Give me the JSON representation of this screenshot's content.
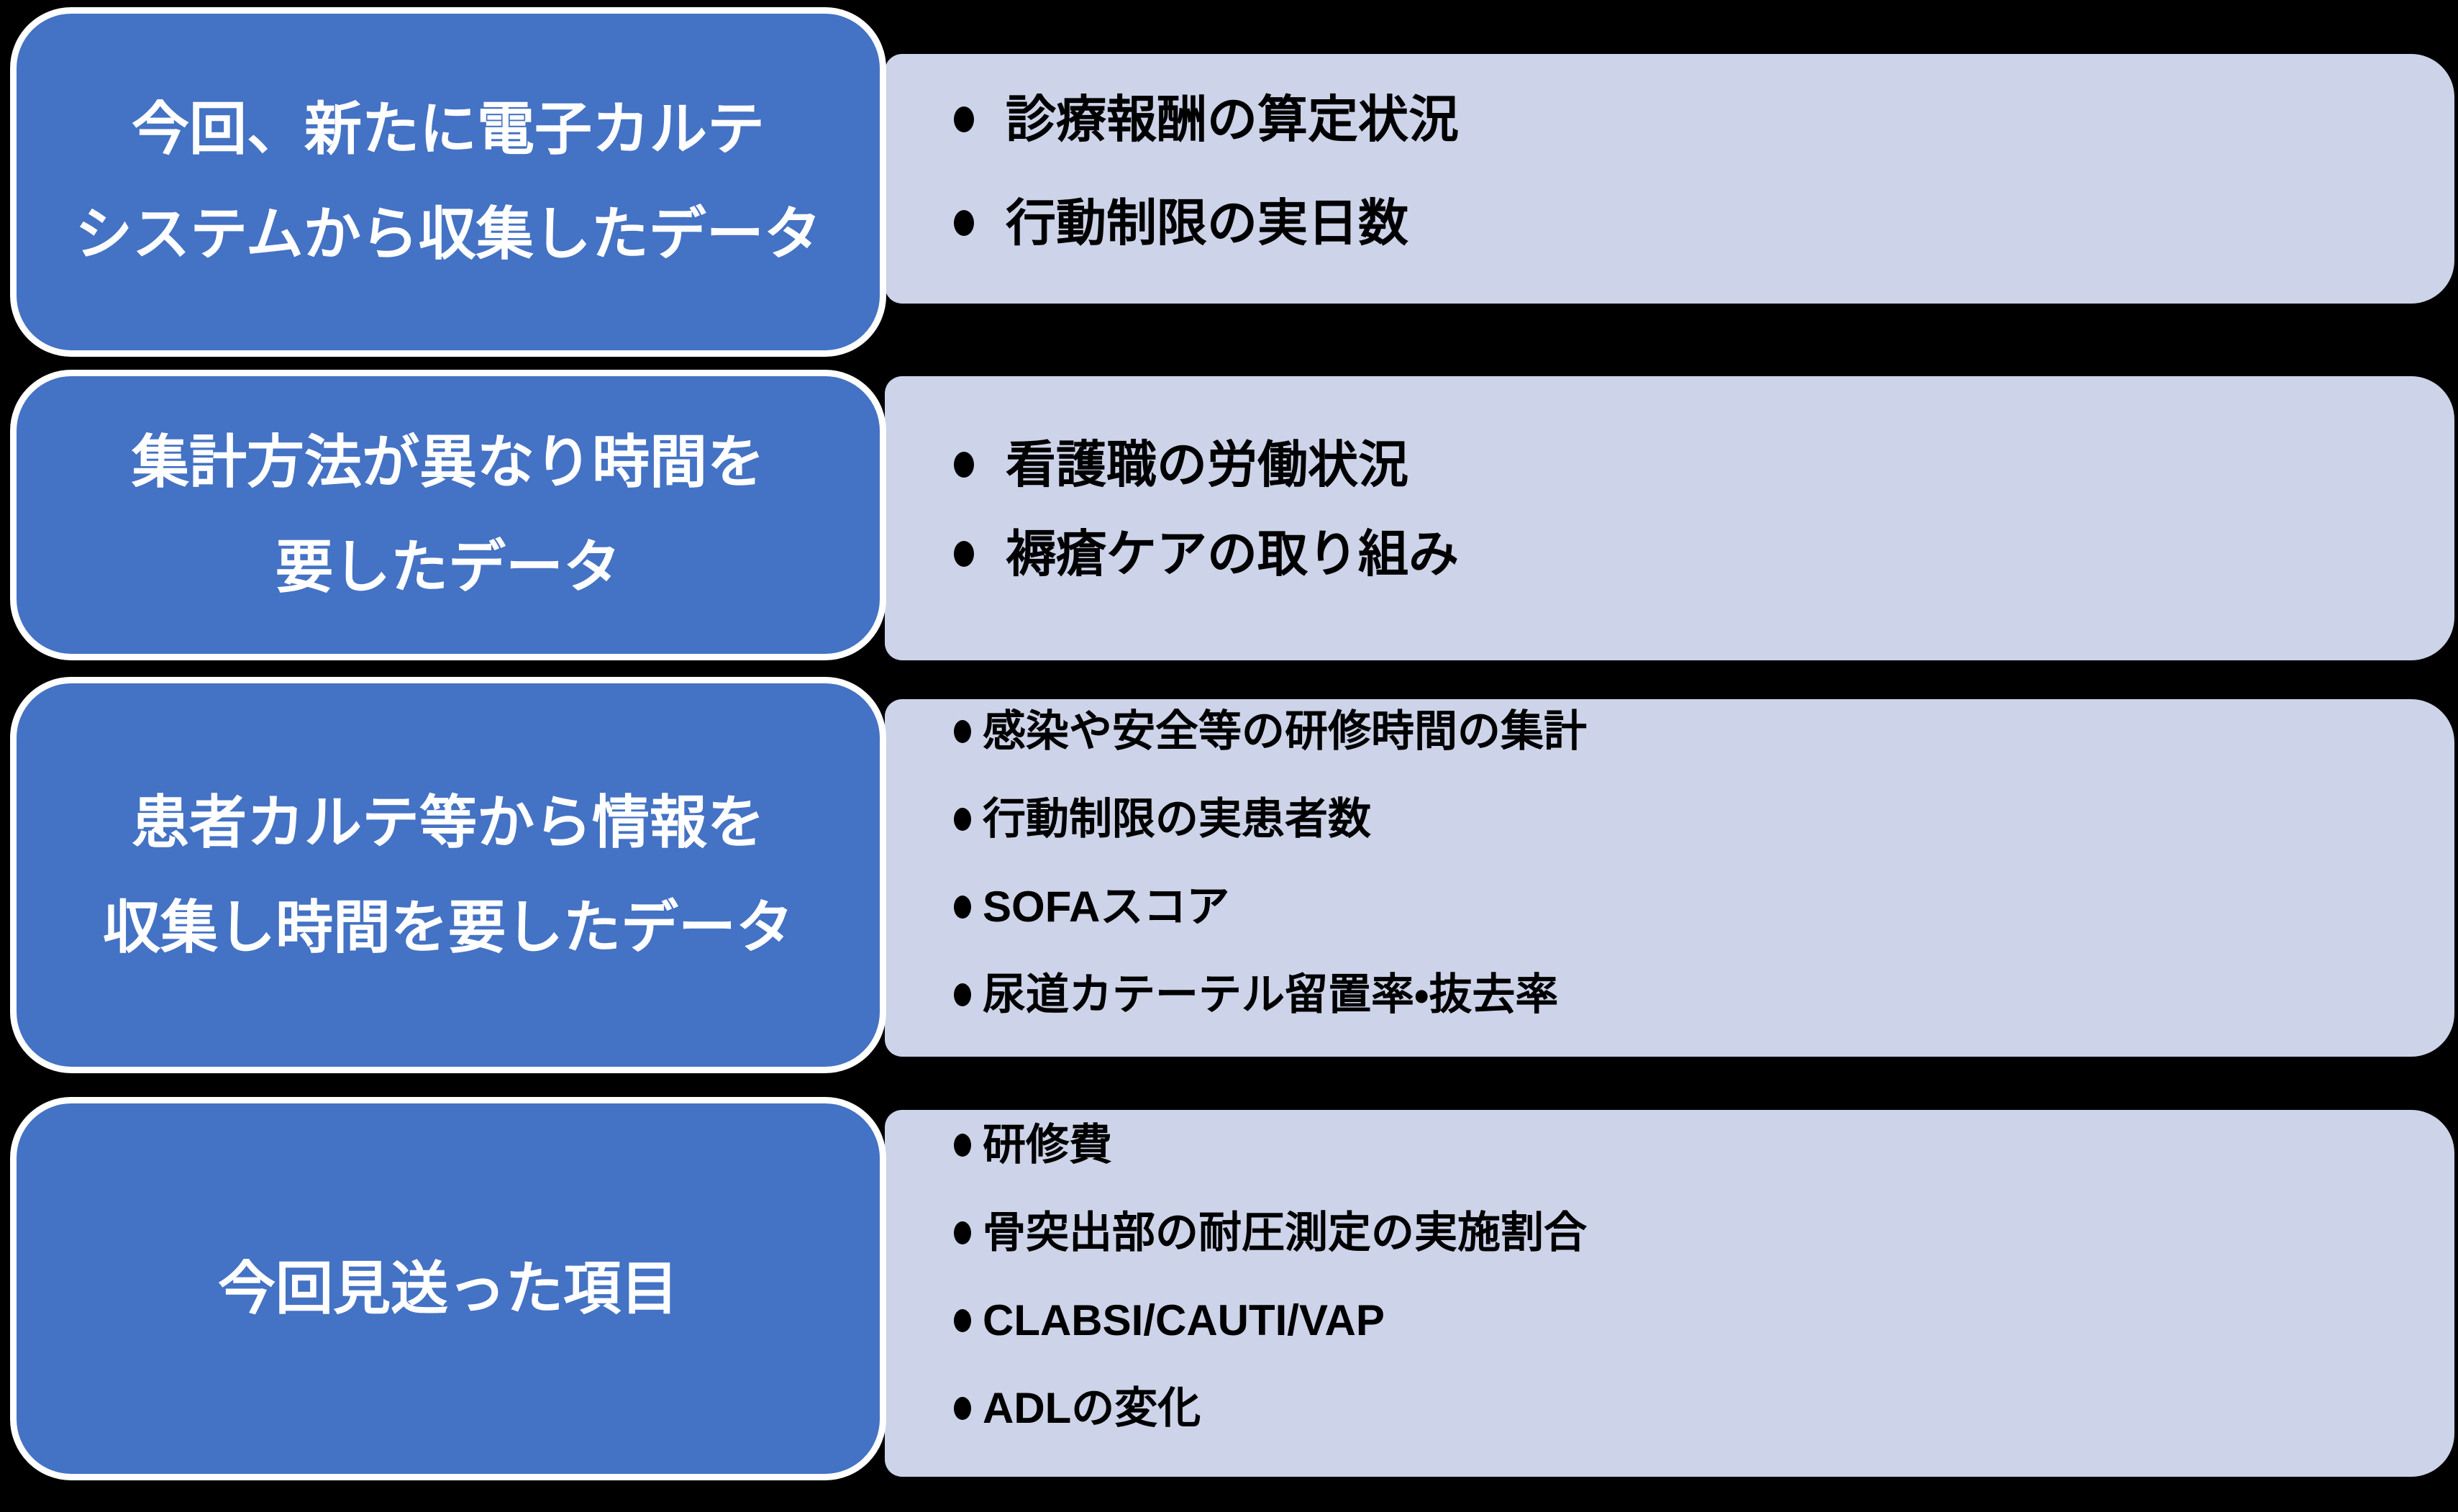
{
  "colors": {
    "background": "#000000",
    "box_fill": "#4472C4",
    "box_border": "#FFFFFF",
    "box_text": "#FFFFFF",
    "panel_fill": "#CDD3E8",
    "bullet_text": "#000000",
    "bullet_dot": "#000000"
  },
  "icons": {
    "bullet": "filled-circle"
  },
  "rows": [
    {
      "title_lines": [
        "今回、新たに電子カルテ",
        "システムから収集したデータ"
      ],
      "bullets": [
        "診療報酬の算定状況",
        "行動制限の実日数"
      ]
    },
    {
      "title_lines": [
        "集計方法が異なり時間を",
        "要したデータ"
      ],
      "bullets": [
        "看護職の労働状況",
        "褥瘡ケアの取り組み"
      ]
    },
    {
      "title_lines": [
        "患者カルテ等から情報を",
        "収集し時間を要したデータ"
      ],
      "bullets": [
        "感染や安全等の研修時間の集計",
        "行動制限の実患者数",
        "SOFAスコア",
        "尿道カテーテル留置率・抜去率"
      ]
    },
    {
      "title_lines": [
        "今回見送った項目"
      ],
      "bullets": [
        "研修費",
        "骨突出部の耐圧測定の実施割合",
        "CLABSI/CAUTI/VAP",
        "ADLの変化"
      ]
    }
  ]
}
